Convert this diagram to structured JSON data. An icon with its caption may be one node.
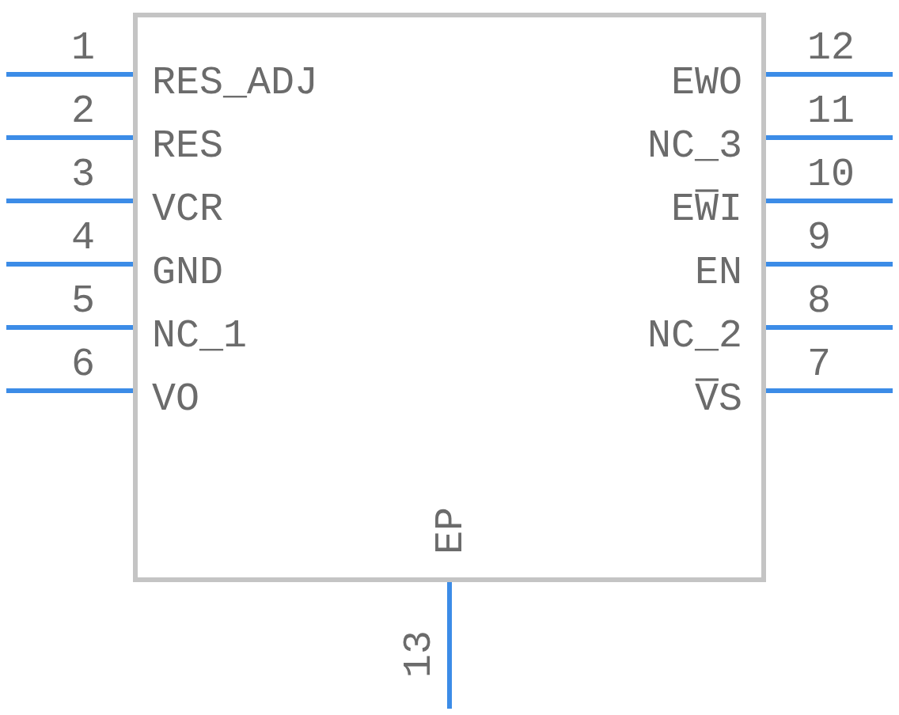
{
  "diagram": {
    "nodes": [
      {
        "text": [],
        "shape": "box"
      }
    ],
    "labels": [
      "1",
      "12",
      "RES_ADJ",
      "EWO",
      "2",
      "11",
      "RES",
      "NC_3",
      "3",
      "10",
      "VCR",
      "EW̅I",
      "4",
      "9",
      "GND",
      "EN",
      "5",
      "8",
      "NC_1",
      "NC_2",
      "6",
      "7",
      "VO",
      "V̅S",
      "EP",
      "13"
    ]
  }
}
